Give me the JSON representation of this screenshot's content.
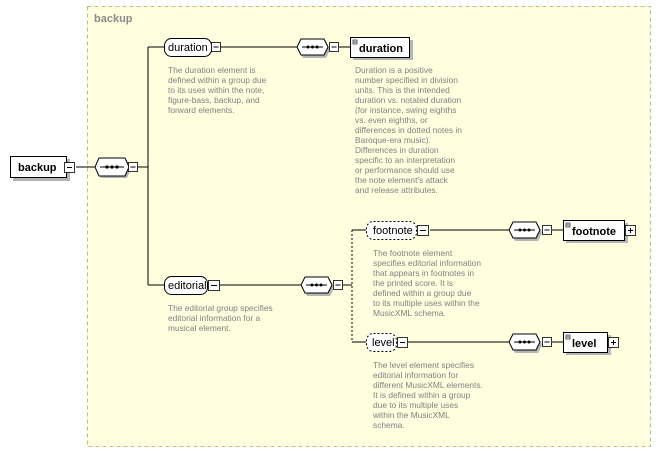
{
  "group": {
    "title": "backup"
  },
  "root": {
    "label": "backup"
  },
  "elements": {
    "duration_group": {
      "label": "duration",
      "doc": [
        "The duration element is",
        "defined within a group due",
        "to its uses within the note,",
        "figure-bass, backup, and",
        "forward elements."
      ]
    },
    "duration": {
      "label": "duration",
      "doc": [
        "Duration is a positive",
        "number specified in division",
        "units. This is the intended",
        "duration vs. notated duration",
        "(for instance, swing eighths",
        "vs. even eighths, or",
        "differences in dotted notes in",
        "Baroque-era music).",
        "Differences in duration",
        "specific to an interpretation",
        "or performance should use",
        "the note element's attack",
        "and release attributes."
      ]
    },
    "editorial_group": {
      "label": "editorial",
      "doc": [
        "The editorial group specifies",
        "editorial information for a",
        "musical element."
      ]
    },
    "footnote_group": {
      "label": "footnote",
      "doc": [
        "The footnote element",
        "specifies editorial information",
        "that appears in footnotes in",
        "the printed score. It is",
        "defined within a group due",
        "to its multiple uses within the",
        "MusicXML schema."
      ]
    },
    "footnote": {
      "label": "footnote"
    },
    "level_group": {
      "label": "level",
      "doc": [
        "The level element specifies",
        "editorial information for",
        "different MusicXML elements.",
        "It is defined within a group",
        "due to its multiple uses",
        "within the MusicXML",
        "schema."
      ]
    },
    "level": {
      "label": "level"
    }
  },
  "colors": {
    "group_fill": "#ffffe0",
    "group_border": "#bdbd86",
    "doc_text": "#808080",
    "shadow": "#b5b5b5"
  }
}
